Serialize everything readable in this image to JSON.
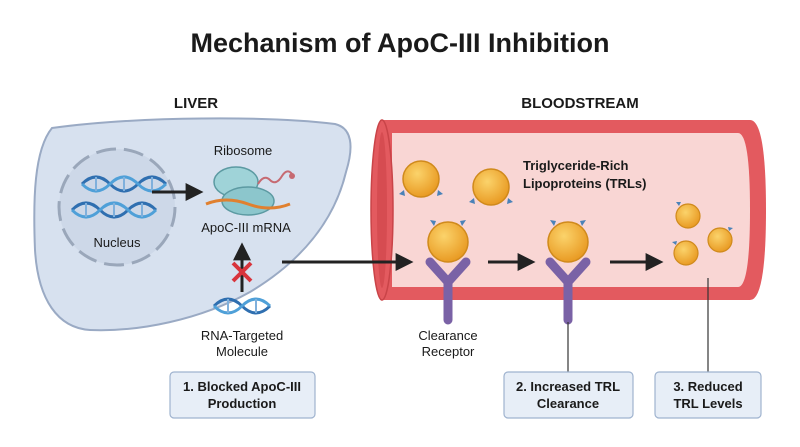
{
  "title": "Mechanism of ApoC-III Inhibition",
  "sections": {
    "liver": "LIVER",
    "bloodstream": "BLOODSTREAM"
  },
  "labels": {
    "nucleus": "Nucleus",
    "ribosome": "Ribosome",
    "mrna": "ApoC-III mRNA",
    "rna_targeted_line1": "RNA-Targeted",
    "rna_targeted_line2": "Molecule",
    "trl_line1": "Triglyceride-Rich",
    "trl_line2": "Lipoproteins (TRLs)",
    "receptor_line1": "Clearance",
    "receptor_line2": "Receptor"
  },
  "steps": [
    {
      "line1": "1. Blocked ApoC-III",
      "line2": "Production"
    },
    {
      "line1": "2. Increased TRL",
      "line2": "Clearance"
    },
    {
      "line1": "3. Reduced",
      "line2": "TRL Levels"
    }
  ],
  "colors": {
    "liver_fill": "#d7e1ef",
    "liver_stroke": "#9aaac4",
    "vessel_wall": "#e35a5f",
    "vessel_inner": "#f9d6d4",
    "lipoprotein": "#f2a833",
    "receptor": "#7a62a6",
    "dna": "#3a7cc0",
    "box_fill": "#e7eef7",
    "box_stroke": "#9fb3cf",
    "block_x": "#d8343c"
  }
}
